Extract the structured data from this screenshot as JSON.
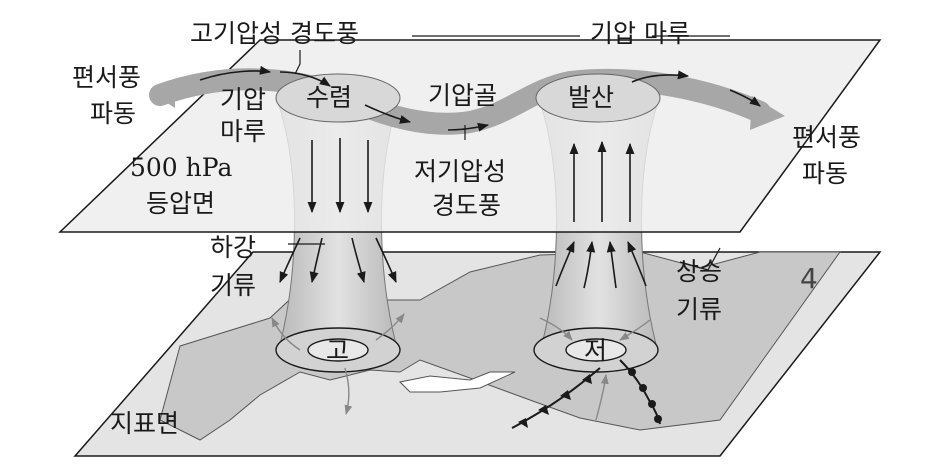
{
  "colors": {
    "plane_upper": "#ececec",
    "plane_lower": "#e3e3e3",
    "land": "#cfcfcf",
    "column": "#c9c9c9",
    "wave": "#9a9a9a",
    "line": "#1a1a1a"
  },
  "labels": {
    "high_ridge_wind": "고기압성 경도풍",
    "ridge_top": "기압 마루",
    "westerly_wave_left_1": "편서풍",
    "westerly_wave_left_2": "파동",
    "ridge_left_1": "기압",
    "ridge_left_2": "마루",
    "convergence": "수렴",
    "trough": "기압골",
    "divergence": "발산",
    "westerly_wave_right_1": "편서풍",
    "westerly_wave_right_2": "파동",
    "isobaric_surface_1": "500 hPa",
    "isobaric_surface_2": "등압면",
    "low_wind_1": "저기압성",
    "low_wind_2": "경도풍",
    "descending_1": "하강",
    "descending_2": "기류",
    "ascending_1": "상승",
    "ascending_2": "기류",
    "high": "고",
    "low": "저",
    "surface": "지표면"
  },
  "icons": {
    "high_pressure": "high-pressure-symbol",
    "low_pressure": "low-pressure-symbol",
    "front": "weather-front-symbol"
  }
}
